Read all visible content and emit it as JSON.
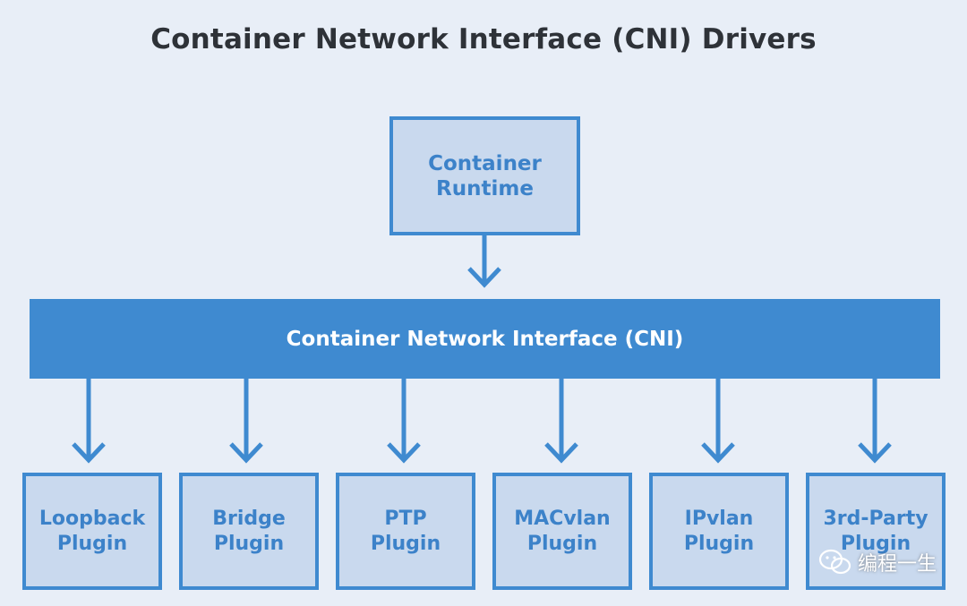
{
  "title": "Container Network Interface (CNI) Drivers",
  "runtime": {
    "label": "Container\nRuntime"
  },
  "cni": {
    "label": "Container Network Interface (CNI)"
  },
  "plugins": [
    {
      "label": "Loopback\nPlugin"
    },
    {
      "label": "Bridge\nPlugin"
    },
    {
      "label": "PTP\nPlugin"
    },
    {
      "label": "MACvlan\nPlugin"
    },
    {
      "label": "IPvlan\nPlugin"
    },
    {
      "label": "3rd-Party\nPlugin"
    }
  ],
  "watermark": {
    "text": "编程一生",
    "icon": "wechat-icon"
  },
  "colors": {
    "background": "#e8eef7",
    "accent": "#3f8ad0",
    "box_fill": "#c9d9ee",
    "box_text": "#3c82c9",
    "title_text": "#2e3238"
  }
}
